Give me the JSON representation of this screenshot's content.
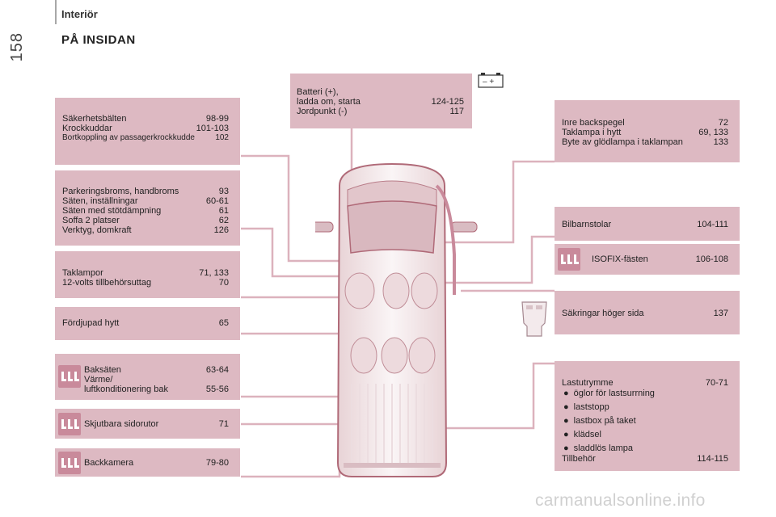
{
  "header": {
    "section_title": "Interiör",
    "page_number": "158",
    "heading": "PÅ INSIDAN"
  },
  "battery_symbol": "– +",
  "boxes": {
    "battery": {
      "rows": [
        {
          "label": "Batteri (+),",
          "pages": ""
        },
        {
          "label": "ladda om, starta",
          "pages": "124-125"
        },
        {
          "label": "Jordpunkt (-)",
          "pages": "117"
        }
      ]
    },
    "seatbelts": {
      "rows": [
        {
          "label": "Säkerhetsbälten",
          "pages": "98-99"
        },
        {
          "label": "Krockkuddar",
          "pages": "101-103"
        },
        {
          "label": "Bortkoppling av passagerkrockkudde",
          "pages": "102"
        }
      ]
    },
    "parking": {
      "rows": [
        {
          "label": "Parkeringsbroms, handbroms",
          "pages": "93"
        },
        {
          "label": "Säten, inställningar",
          "pages": "60-61"
        },
        {
          "label": "Säten med stötdämpning",
          "pages": "61"
        },
        {
          "label": "Soffa 2 platser",
          "pages": "62"
        },
        {
          "label": "Verktyg, domkraft",
          "pages": "126"
        }
      ]
    },
    "ceiling_lamps": {
      "rows": [
        {
          "label": "Taklampor",
          "pages": "71, 133"
        },
        {
          "label": "12-volts tillbehörsuttag",
          "pages": "70"
        }
      ]
    },
    "recessed_cab": {
      "rows": [
        {
          "label": "Fördjupad hytt",
          "pages": "65"
        }
      ]
    },
    "rear_seat": {
      "rows": [
        {
          "label": "Baksäten",
          "pages": "63-64"
        },
        {
          "label": "Värme/",
          "pages": ""
        },
        {
          "label": "luftkonditionering bak",
          "pages": "55-56"
        }
      ]
    },
    "sliding_windows": {
      "rows": [
        {
          "label": "Skjutbara sidorutor",
          "pages": "71"
        }
      ]
    },
    "rear_camera": {
      "rows": [
        {
          "label": "Backkamera",
          "pages": "79-80"
        }
      ]
    },
    "mirror": {
      "rows": [
        {
          "label": "Inre backspegel",
          "pages": "72"
        },
        {
          "label": "Taklampa i hytt",
          "pages": "69, 133"
        },
        {
          "label": "Byte av glödlampa i taklampan",
          "pages": "133"
        }
      ]
    },
    "child_seats": {
      "rows": [
        {
          "label": "Bilbarnstolar",
          "pages": "104-111"
        }
      ]
    },
    "isofix": {
      "rows": [
        {
          "label": "ISOFIX-fästen",
          "pages": "106-108"
        }
      ]
    },
    "fuses": {
      "rows": [
        {
          "label": "Säkringar höger sida",
          "pages": "137"
        }
      ]
    },
    "cargo": {
      "title": "Lastutrymme",
      "title_pages": "70-71",
      "bullets": [
        "öglor för lastsurrning",
        "laststopp",
        "lastbox på taket",
        "klädsel",
        "sladdlös lampa"
      ],
      "footer": "Tillbehör",
      "footer_pages": "114-115",
      "bullet_char": "●"
    }
  },
  "watermark": "carmanualsonline.info",
  "colors": {
    "box": "#ddb9c2",
    "icon": "#c98a9b",
    "leader_line": "#dcb2bd",
    "van_body": "#f7f0f1",
    "van_outline": "#b06a78"
  },
  "icons": [
    "battery-icon",
    "seat-row-icon",
    "fuse-box-icon"
  ]
}
